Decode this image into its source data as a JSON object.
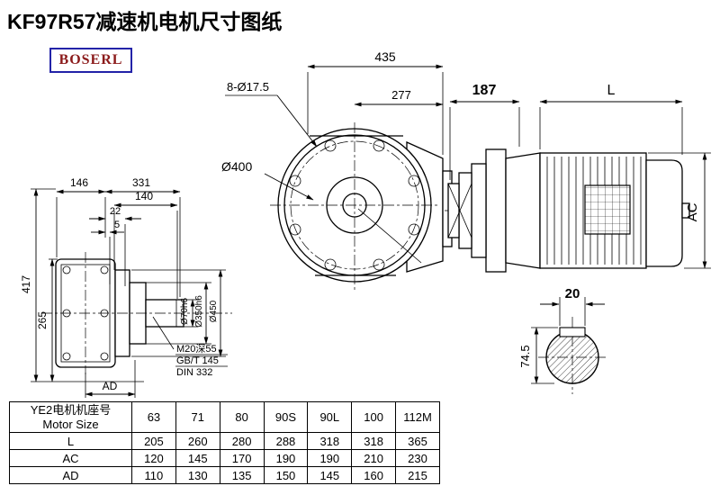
{
  "page": {
    "title": "KF97R57减速机电机尺寸图纸",
    "logo": "BOSERL",
    "colors": {
      "logo_border": "#2323a8",
      "logo_text": "#8b1a1a",
      "line": "#000000"
    }
  },
  "drawing": {
    "front_view": {
      "overall_width": "435",
      "bolt_holes": "8-Ø17.5",
      "center_offset": "277",
      "flange_diameter": "Ø400"
    },
    "motor_view": {
      "gear_length": "187",
      "motor_length": "L",
      "motor_diameter": "AC"
    },
    "shaft_section": {
      "key_width": "20",
      "key_height": "74.5"
    },
    "side_view": {
      "dim_146": "146",
      "dim_331": "331",
      "dim_140": "140",
      "dim_22": "22",
      "dim_5": "5",
      "dim_417": "417",
      "dim_265": "265",
      "dim_ad": "AD",
      "shaft_dia": "Ø70h6",
      "bolt_circle": "Ø350h6",
      "flange_od": "Ø450",
      "thread_spec": "M20深55",
      "standard_1": "GB/T 145",
      "standard_2": "DIN 332"
    }
  },
  "table": {
    "size_label_cn": "YE2电机机座号",
    "size_label_en": "Motor Size",
    "sizes": [
      "63",
      "71",
      "80",
      "90S",
      "90L",
      "100",
      "112M"
    ],
    "rows": [
      {
        "label": "L",
        "values": [
          "205",
          "260",
          "280",
          "288",
          "318",
          "318",
          "365"
        ]
      },
      {
        "label": "AC",
        "values": [
          "120",
          "145",
          "170",
          "190",
          "190",
          "210",
          "230"
        ]
      },
      {
        "label": "AD",
        "values": [
          "110",
          "130",
          "135",
          "150",
          "145",
          "160",
          "215"
        ]
      }
    ]
  }
}
